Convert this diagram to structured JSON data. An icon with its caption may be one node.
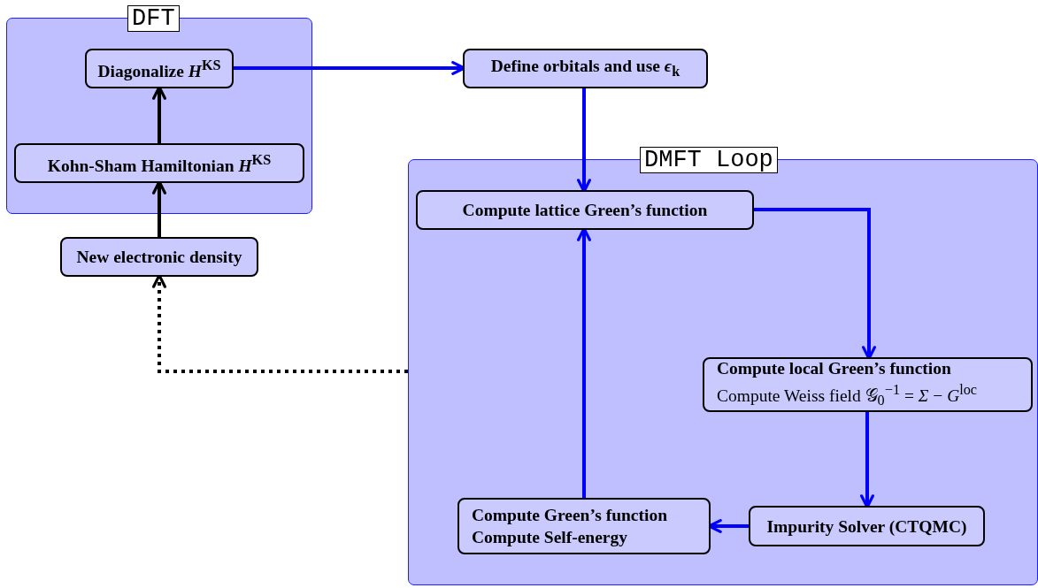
{
  "diagram": {
    "nodes": [
      {
        "text": [
          "DFT"
        ]
      },
      {
        "text": [
          "Diagonalize *H*$^{KS}$"
        ],
        "in": 0
      },
      {
        "text": [
          "Kohn-Sham Hamiltonian *H*$^{KS}$"
        ],
        "in": 0
      },
      {
        "text": [
          "New electronic density"
        ]
      },
      {
        "text": [
          "Define orbitals and use *ϵ*$_{k}$"
        ]
      },
      {
        "text": [
          "DMFT Loop"
        ]
      },
      {
        "text": [
          "Compute lattice Green’s function"
        ],
        "in": 5
      },
      {
        "text": [
          "Compute local Green’s function",
          "Compute Weiss field 𝒢$_{0}$$^{−1}$ = *Σ* − *G*$^{loc}$"
        ],
        "in": 5
      },
      {
        "text": [
          "Impurity Solver (CTQMC)"
        ],
        "in": 5
      },
      {
        "text": [
          "Compute Green’s function",
          "Compute Self-energy"
        ],
        "in": 5
      }
    ],
    "edges": [
      {
        "from": 3,
        "to": 2,
        "arrow": "to",
        "color": "#000000"
      },
      {
        "from": 2,
        "to": 1,
        "arrow": "to",
        "color": "#000000"
      },
      {
        "from": 1,
        "to": 4,
        "arrow": "to"
      },
      {
        "from": 4,
        "to": 6,
        "arrow": "to"
      },
      {
        "from": 6,
        "to": 7,
        "arrow": "to"
      },
      {
        "from": 7,
        "to": 8,
        "arrow": "to"
      },
      {
        "from": 8,
        "to": 9,
        "arrow": "to"
      },
      {
        "from": 9,
        "to": 6,
        "arrow": "to"
      },
      {
        "from": 5,
        "to": 3,
        "arrow": "to",
        "style": "dashed",
        "color": "#000000"
      }
    ]
  }
}
